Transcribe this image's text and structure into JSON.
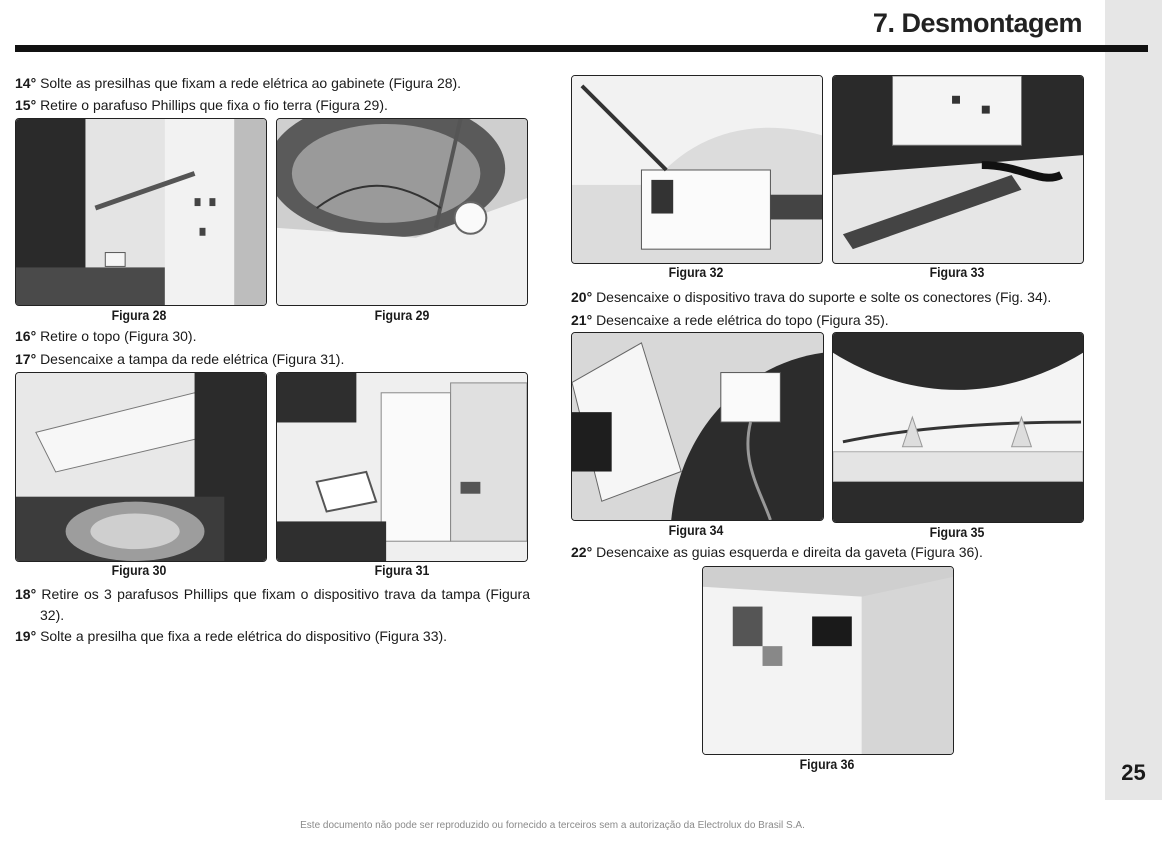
{
  "header": {
    "chapter_number": "7",
    "chapter_title": "7. Desmontagem"
  },
  "page_number": "25",
  "steps": {
    "s14": {
      "num": "14°",
      "text": "Solte as presilhas que fixam a rede elétrica ao gabinete (Figura 28)."
    },
    "s15": {
      "num": "15°",
      "text": "Retire o parafuso Phillips que fixa o fio terra (Figura 29)."
    },
    "s16": {
      "num": "16°",
      "text": "Retire o topo (Figura 30)."
    },
    "s17": {
      "num": "17°",
      "text": "Desencaixe a tampa da rede elétrica (Figura 31)."
    },
    "s18": {
      "num": "18°",
      "text": "Retire os 3 parafusos Phillips que fixam o dispositivo trava da tampa (Figura 32)."
    },
    "s19": {
      "num": "19°",
      "text": "Solte a presilha que fixa a rede elétrica do dispositivo (Figura 33)."
    },
    "s20": {
      "num": "20°",
      "text": "Desencaixe o dispositivo trava do suporte e solte os conectores (Fig. 34)."
    },
    "s21": {
      "num": "21°",
      "text": "Desencaixe a rede elétrica do topo (Figura 35)."
    },
    "s22": {
      "num": "22°",
      "text": "Desencaixe as guias esquerda e direita da gaveta (Figura 36)."
    }
  },
  "figures": {
    "f28": "Figura 28",
    "f29": "Figura 29",
    "f30": "Figura 30",
    "f31": "Figura 31",
    "f32": "Figura 32",
    "f33": "Figura 33",
    "f34": "Figura 34",
    "f35": "Figura 35",
    "f36": "Figura 36"
  },
  "footer": {
    "note": "Este documento não pode ser reproduzido ou fornecido a terceiros sem a autorização da Electrolux do Brasil S.A."
  }
}
